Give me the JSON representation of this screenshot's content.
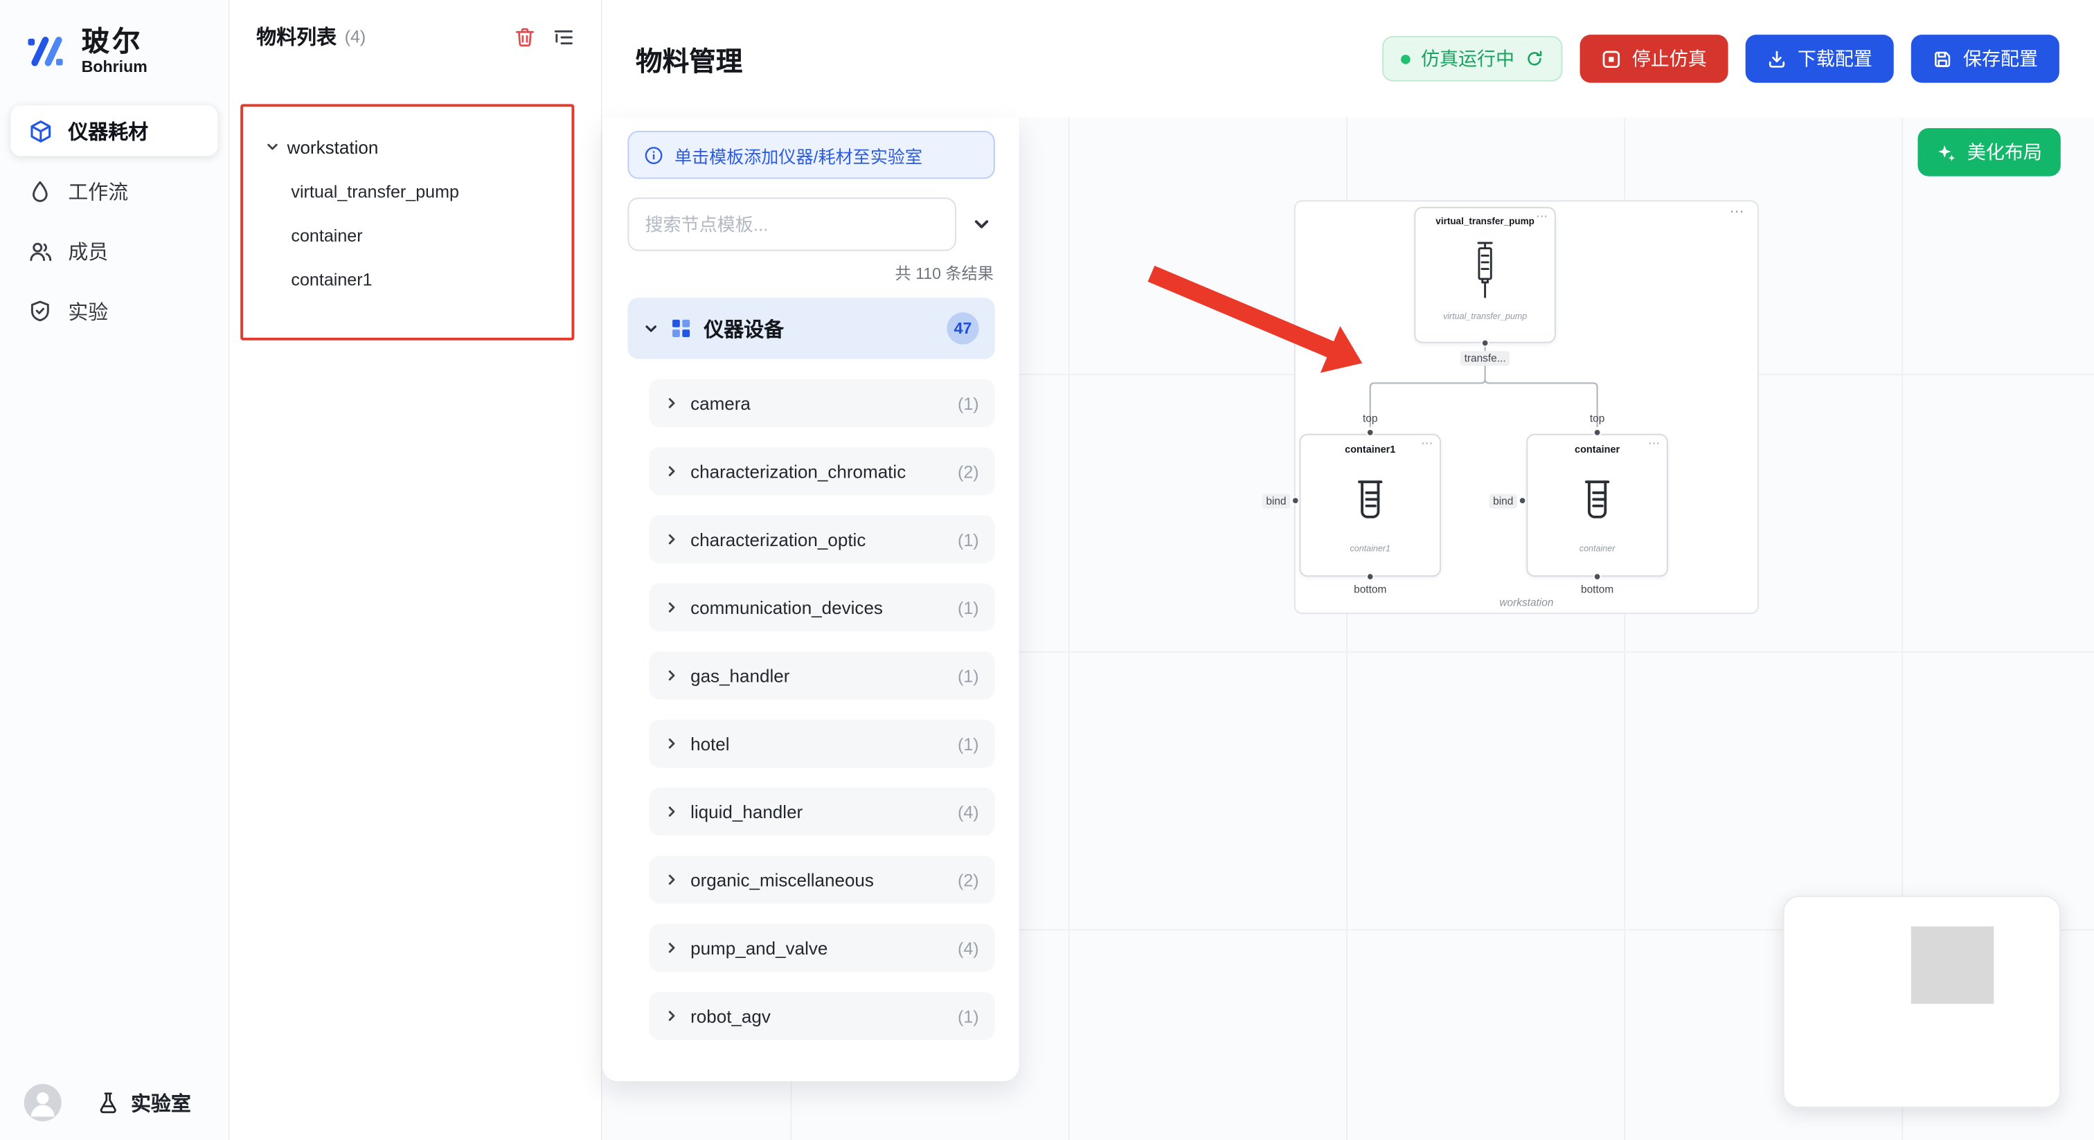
{
  "colors": {
    "primary_blue": "#2356e4",
    "danger_red": "#d6352e",
    "success_green": "#12b76a",
    "status_green_text": "#17a35f",
    "status_green_bg": "#e7f8ee",
    "selection_red": "#e23b2e",
    "annotation_arrow_red": "#ea3829",
    "category_bg": "#e7eefb"
  },
  "brand": {
    "title": "玻尔",
    "subtitle": "Bohrium"
  },
  "sidebar": {
    "items": [
      {
        "label": "仪器耗材",
        "active": true
      },
      {
        "label": "工作流",
        "active": false
      },
      {
        "label": "成员",
        "active": false
      },
      {
        "label": "实验",
        "active": false
      }
    ],
    "footer": {
      "lab": "实验室"
    }
  },
  "materials": {
    "title": "物料列表",
    "count": "(4)",
    "tree": {
      "root": "workstation",
      "children": [
        "virtual_transfer_pump",
        "container",
        "container1"
      ]
    }
  },
  "header": {
    "title": "物料管理",
    "status_pill": "仿真运行中",
    "stop": "停止仿真",
    "download": "下载配置",
    "save": "保存配置"
  },
  "templates": {
    "banner": "单击模板添加仪器/耗材至实验室",
    "search_placeholder": "搜索节点模板...",
    "results": "共 110 条结果",
    "category": {
      "label": "仪器设备",
      "count": "47"
    },
    "items": [
      {
        "name": "camera",
        "count": "(1)"
      },
      {
        "name": "characterization_chromatic",
        "count": "(2)"
      },
      {
        "name": "characterization_optic",
        "count": "(1)"
      },
      {
        "name": "communication_devices",
        "count": "(1)"
      },
      {
        "name": "gas_handler",
        "count": "(1)"
      },
      {
        "name": "hotel",
        "count": "(1)"
      },
      {
        "name": "liquid_handler",
        "count": "(4)"
      },
      {
        "name": "organic_miscellaneous",
        "count": "(2)"
      },
      {
        "name": "pump_and_valve",
        "count": "(4)"
      },
      {
        "name": "robot_agv",
        "count": "(1)"
      }
    ]
  },
  "canvas": {
    "beautify": "美化布局",
    "group_label": "workstation",
    "more_icon": "⋯",
    "pump": {
      "title": "virtual_transfer_pump",
      "caption": "virtual_transfer_pump",
      "port": "transfe..."
    },
    "containers": [
      {
        "title": "container1",
        "caption": "container1"
      },
      {
        "title": "container",
        "caption": "container"
      }
    ],
    "ports": {
      "top": "top",
      "bottom": "bottom",
      "bind": "bind"
    }
  }
}
